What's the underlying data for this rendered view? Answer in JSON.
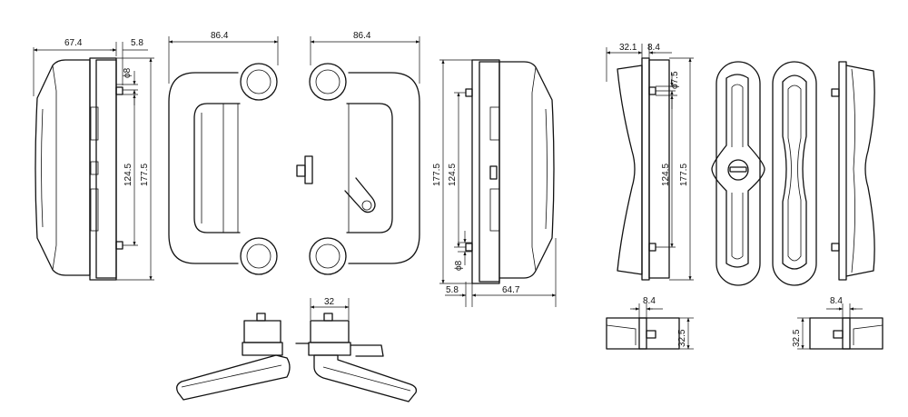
{
  "dims": {
    "side_left_depth": "67.4",
    "side_left_plate": "5.8",
    "side_left_pin": "ϕ8",
    "side_left_holes": "124.5",
    "side_left_height": "177.5",
    "front_width": "86.4",
    "back_width": "86.4",
    "side_right_height": "177.5",
    "side_right_holes": "124.5",
    "side_right_pin": "ϕ8",
    "side_right_plate": "5.8",
    "side_right_depth": "64.7",
    "bottom_handle_dim": "32",
    "flush_depth": "32.1",
    "flush_plate": "8.4",
    "flush_pin": "ϕ7.5",
    "flush_holes": "124.5",
    "flush_height": "177.5",
    "bl_plate": "8.4",
    "bl_height": "32.5",
    "br_plate": "8.4",
    "br_height": "32.5"
  }
}
